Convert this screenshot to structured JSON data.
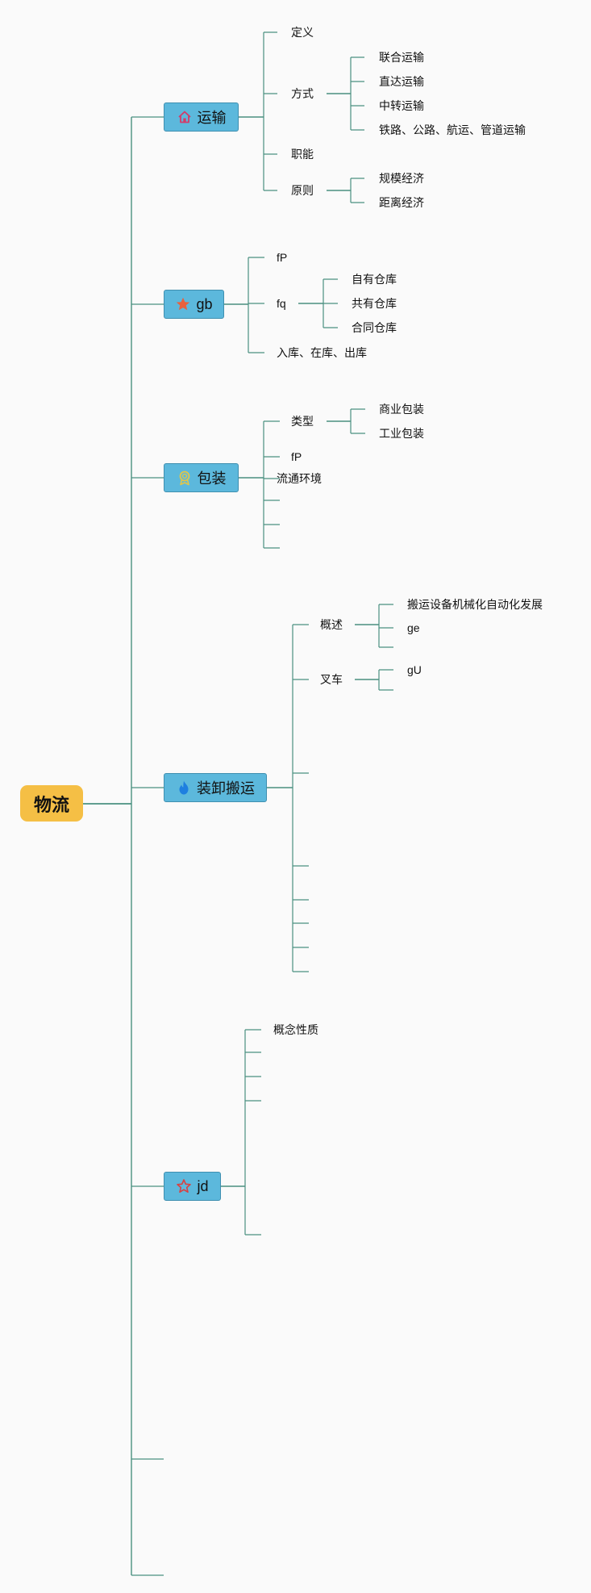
{
  "root": {
    "label": "物流"
  },
  "branches": [
    {
      "id": "transport",
      "label": "运输",
      "icon": "home-icon",
      "children": [
        {
          "label": "定义"
        },
        {
          "label": "方式",
          "children": [
            {
              "label": "联合运输"
            },
            {
              "label": "直达运输"
            },
            {
              "label": "中转运输"
            },
            {
              "label": "铁路、公路、航运、管道运输"
            }
          ]
        },
        {
          "label": "职能"
        },
        {
          "label": "原则",
          "children": [
            {
              "label": "规模经济"
            },
            {
              "label": "距离经济"
            }
          ]
        }
      ]
    },
    {
      "id": "gb",
      "label": "gb",
      "icon": "star-filled-icon",
      "children": [
        {
          "label": "fP"
        },
        {
          "label": "fq",
          "children": [
            {
              "label": "自有仓库"
            },
            {
              "label": "共有仓库"
            },
            {
              "label": "合同仓库"
            }
          ]
        },
        {
          "label": "入库、在库、出库"
        }
      ]
    },
    {
      "id": "packaging",
      "label": "包装",
      "icon": "award-icon",
      "children": [
        {
          "label": "类型",
          "children": [
            {
              "label": "商业包装"
            },
            {
              "label": "工业包装"
            }
          ]
        },
        {
          "label": "fP"
        },
        {
          "label": "流通环境"
        },
        {
          "label": ""
        },
        {
          "label": ""
        },
        {
          "label": ""
        }
      ]
    },
    {
      "id": "handling",
      "label": "装卸搬运",
      "icon": "flame-icon",
      "children": [
        {
          "label": "概述",
          "children": [
            {
              "label": "搬运设备机械化自动化发展"
            },
            {
              "label": "ge"
            },
            {
              "label": ""
            }
          ]
        },
        {
          "label": "叉车",
          "children": [
            {
              "label": "gU"
            },
            {
              "label": ""
            }
          ]
        },
        {
          "label": ""
        },
        {
          "label": ""
        },
        {
          "label": ""
        },
        {
          "label": ""
        },
        {
          "label": ""
        }
      ]
    },
    {
      "id": "jd",
      "label": "jd",
      "icon": "star-outline-icon",
      "children": [
        {
          "label": "概念性质"
        },
        {
          "label": ""
        },
        {
          "label": ""
        },
        {
          "label": ""
        },
        {
          "label": ""
        }
      ]
    },
    {
      "id": "empty1",
      "label": "",
      "icon": "",
      "children": []
    },
    {
      "id": "empty2",
      "label": "",
      "icon": "",
      "children": []
    }
  ],
  "colors": {
    "root": "#f5bf45",
    "branch": "#5cb8dc",
    "line": "#4a9080",
    "home_icon": "#d23c6a",
    "star_filled_icon": "#e8603c",
    "award_icon": "#e0c64a",
    "flame_icon": "#1e7fe0",
    "star_outline_icon": "#d94040"
  }
}
